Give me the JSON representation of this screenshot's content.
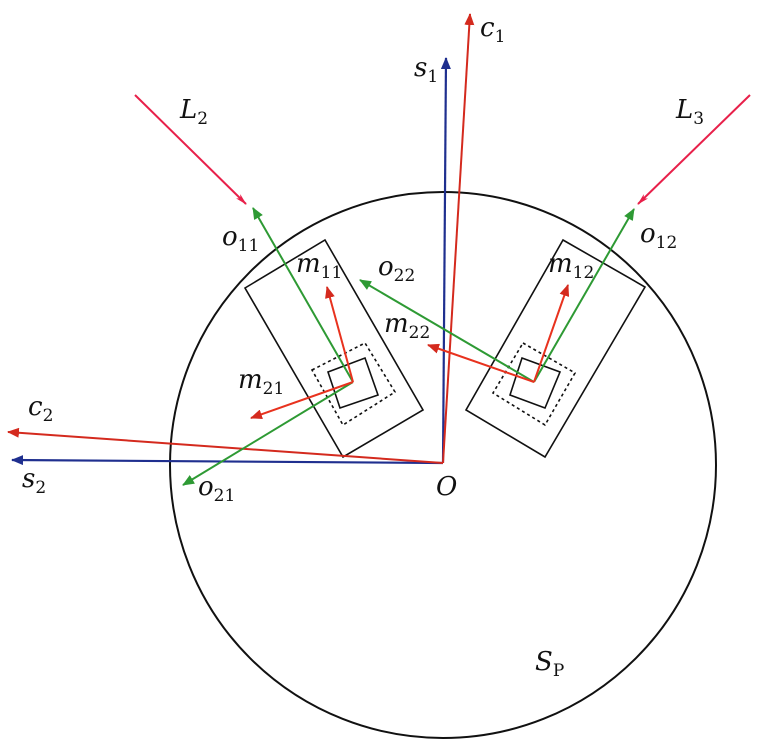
{
  "colors": {
    "red": "#e8321e",
    "blue": "#1f2f8f",
    "green": "#2e9a34",
    "crimson": "#e8204a",
    "dark_red": "#d42a1e",
    "black": "#111111"
  },
  "labels": {
    "c1": {
      "base": "c",
      "sub": "1"
    },
    "s1": {
      "base": "s",
      "sub": "1"
    },
    "L2": {
      "base": "L",
      "sub": "2"
    },
    "L3": {
      "base": "L",
      "sub": "3"
    },
    "o11": {
      "base": "o",
      "sub": "11"
    },
    "m11": {
      "base": "m",
      "sub": "11"
    },
    "o22": {
      "base": "o",
      "sub": "22"
    },
    "m12": {
      "base": "m",
      "sub": "12"
    },
    "o12": {
      "base": "o",
      "sub": "12"
    },
    "m22": {
      "base": "m",
      "sub": "22"
    },
    "m21": {
      "base": "m",
      "sub": "21"
    },
    "c2": {
      "base": "c",
      "sub": "2"
    },
    "s2": {
      "base": "s",
      "sub": "2"
    },
    "o21": {
      "base": "o",
      "sub": "21"
    },
    "O": {
      "base": "O"
    },
    "Sp": {
      "base": "S",
      "sub": "P"
    }
  }
}
